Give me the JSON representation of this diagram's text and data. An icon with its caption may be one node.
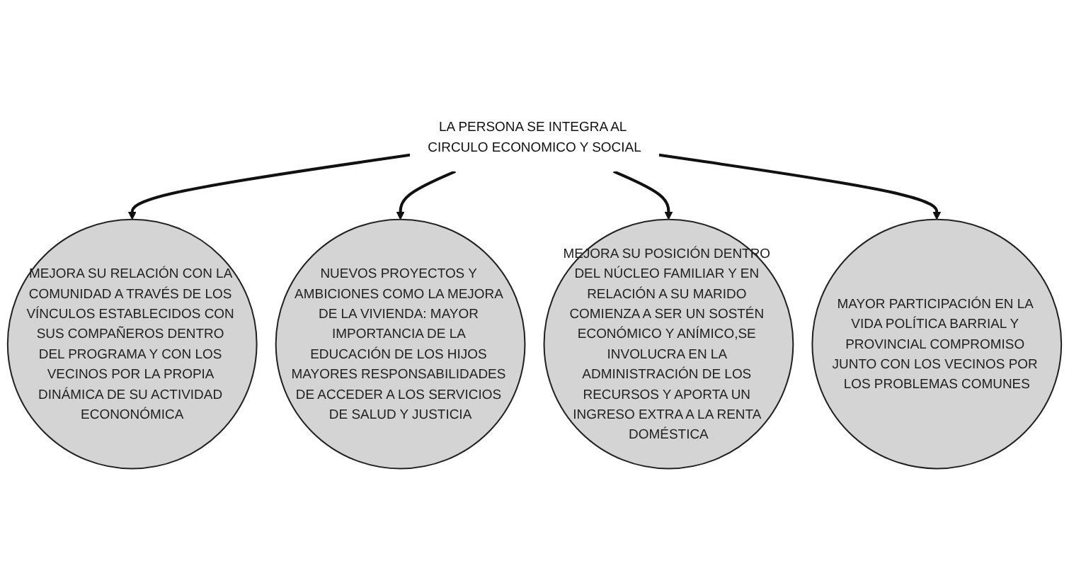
{
  "diagram": {
    "nodes": [
      {
        "text": [
          "MEJORA SU RELACIÓN CON LA COMUNIDAD A TRAVÉS DE LOS VÍNCULOS ESTABLECIDOS CON SUS COMPAÑEROS DENTRO DEL PROGRAMA Y CON LOS VECINOS POR LA PROPIA DINÁMICA DE SU ACTIVIDAD ECONONÓMICA"
        ]
      },
      {
        "text": [
          "NUEVOS PROYECTOS Y AMBICIONES COMO LA MEJORA DE LA VIVIENDA: MAYOR IMPORTANCIA DE LA EDUCACIÓN DE LOS HIJOS MAYORES RESPONSABILIDADES DE ACCEDER A LOS SERVICIOS DE SALUD Y JUSTICIA"
        ]
      },
      {
        "text": [
          "LA PERSONA SE INTEGRA AL CIRCULO ECONOMICO Y SOCIAL"
        ]
      },
      {
        "text": [
          "MEJORA SU POSICIÓN DENTRO DEL NÚCLEO FAMILIAR Y EN RELACIÓN A SU MARIDO COMIENZA A SER UN SOSTÉN ECONÓMICO Y ANÍMICO,SE INVOLUCRA EN LA ADMINISTRACIÓN DE LOS RECURSOS Y APORTA UN INGRESO EXTRA A LA RENTA DOMÉSTICA"
        ]
      },
      {
        "text": [
          "MAYOR PARTICIPACIÓN EN LA VIDA POLÍTICA BARRIAL Y PROVINCIAL COMPROMISO JUNTO CON LOS VECINOS POR LOS PROBLEMAS COMUNES"
        ]
      }
    ],
    "edges": [
      {
        "from": 2,
        "to": 0,
        "arrow": "to"
      },
      {
        "from": 2,
        "to": 1,
        "arrow": "to"
      },
      {
        "from": 2,
        "to": 3,
        "arrow": "to"
      },
      {
        "from": 2,
        "to": 4,
        "arrow": "to"
      }
    ]
  }
}
